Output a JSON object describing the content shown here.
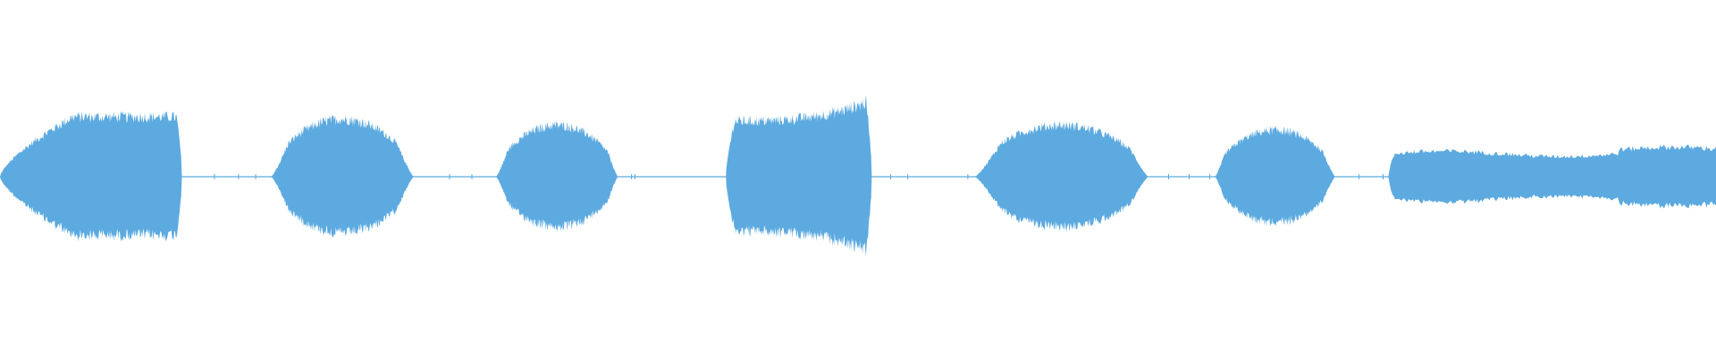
{
  "waveform": {
    "color": "#5DAAE0",
    "background": "#FFFFFF",
    "samples_per_segment": 240,
    "segments": [
      {
        "start": 0.0,
        "end": 0.106,
        "peak": 0.49,
        "shape": "flat-top",
        "attack": 0.4,
        "release": 0.03
      },
      {
        "start": 0.158,
        "end": 0.241,
        "peak": 0.47,
        "shape": "dome",
        "attack": 0.12,
        "release": 0.12
      },
      {
        "start": 0.289,
        "end": 0.36,
        "peak": 0.42,
        "shape": "dome",
        "attack": 0.1,
        "release": 0.08
      },
      {
        "start": 0.423,
        "end": 0.508,
        "peak": 0.63,
        "shape": "crescendo",
        "attack": 0.06,
        "release": 0.04
      },
      {
        "start": 0.568,
        "end": 0.669,
        "peak": 0.42,
        "shape": "dome",
        "attack": 0.15,
        "release": 0.1
      },
      {
        "start": 0.708,
        "end": 0.778,
        "peak": 0.38,
        "shape": "dome",
        "attack": 0.08,
        "release": 0.1
      },
      {
        "start": 0.809,
        "end": 1.0,
        "peak": 0.22,
        "shape": "plateau",
        "attack": 0.02,
        "release": 0.0
      }
    ],
    "silence_blips": [
      0.125,
      0.139,
      0.149,
      0.262,
      0.275,
      0.368,
      0.37,
      0.519,
      0.529,
      0.564,
      0.681,
      0.693,
      0.705,
      0.792,
      0.806
    ]
  }
}
